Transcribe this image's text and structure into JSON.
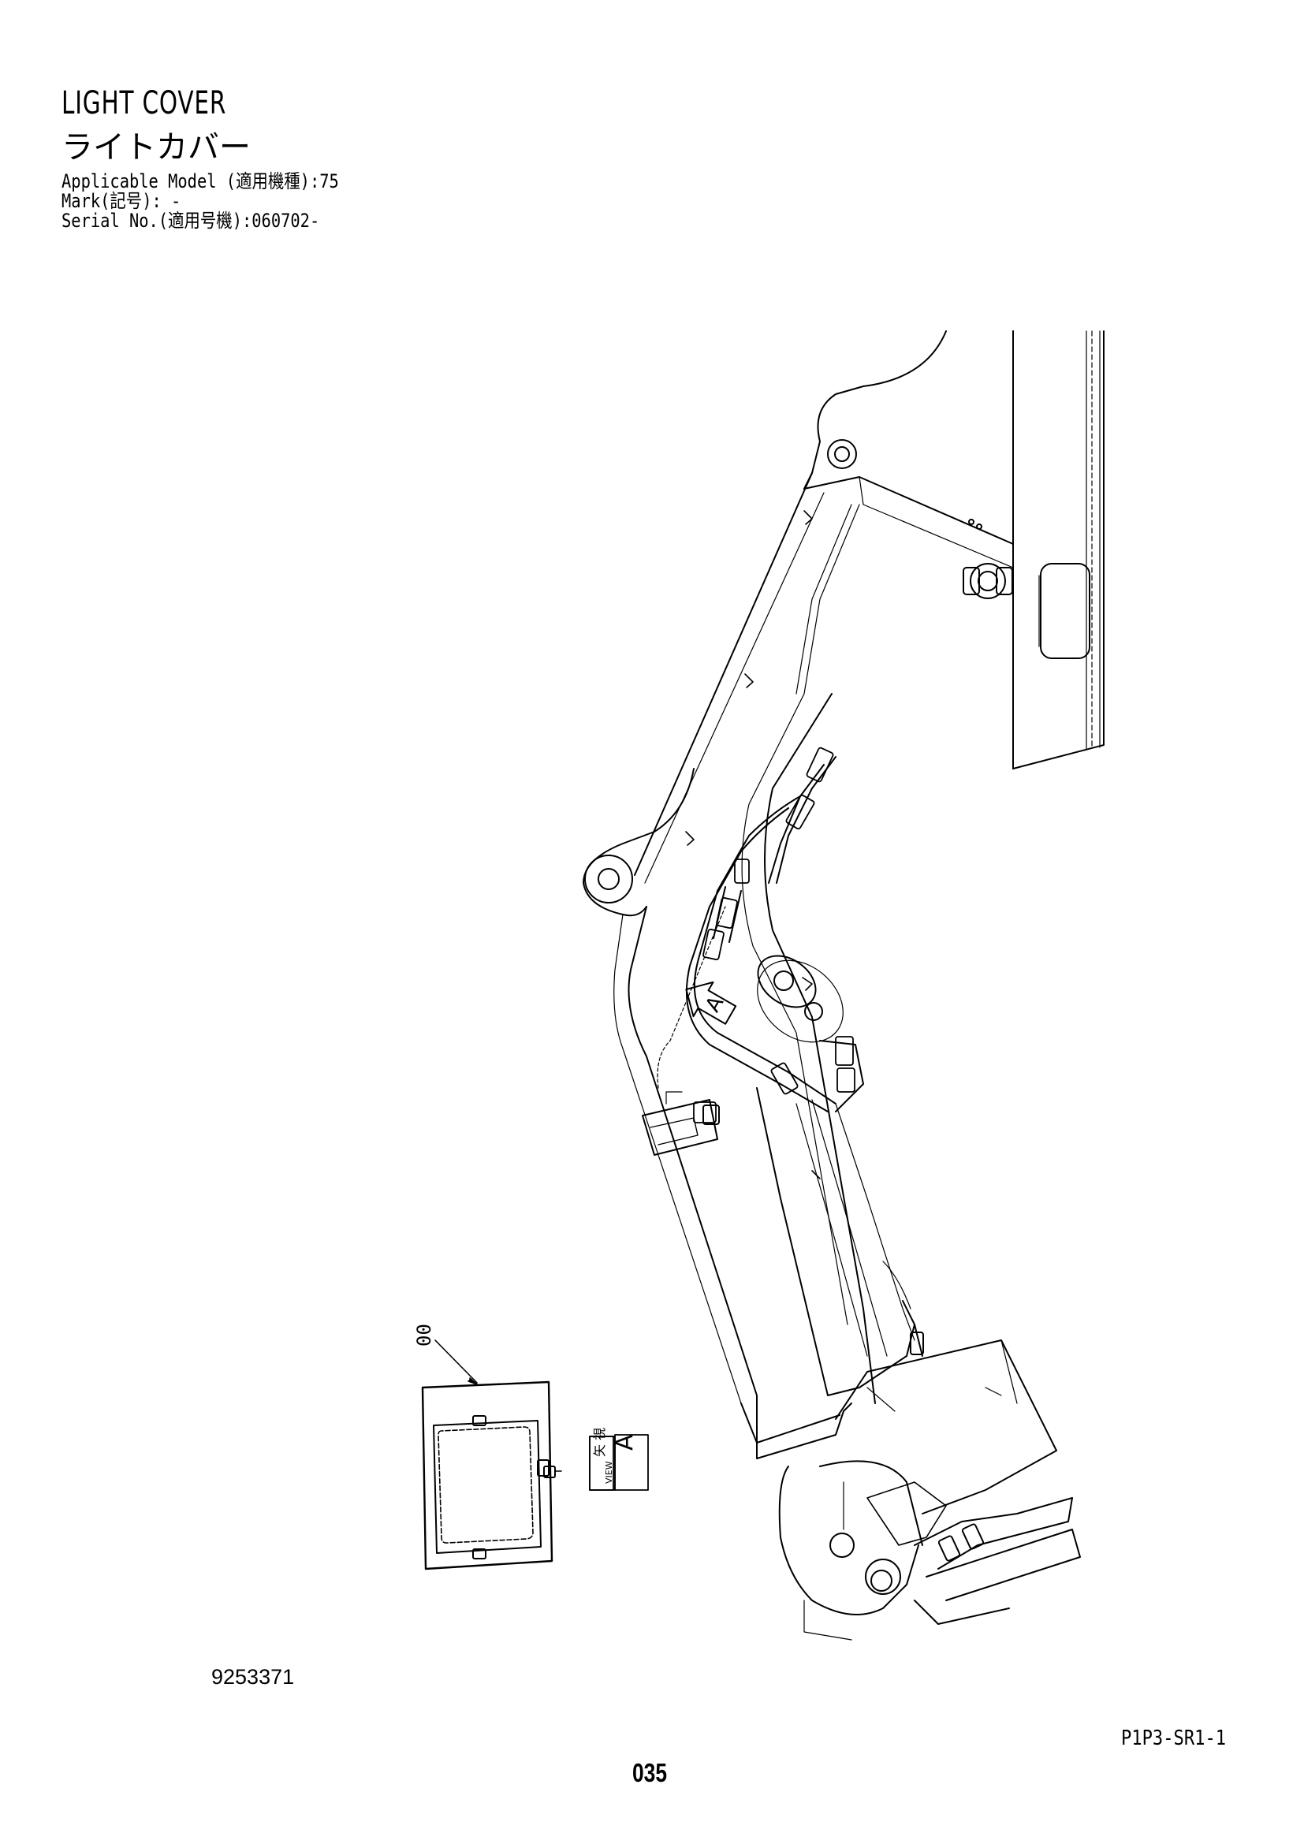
{
  "header": {
    "title_en": "LIGHT COVER",
    "title_jp": "ライトカバー"
  },
  "meta": {
    "applicable_model": "Applicable Model (適用機種):75",
    "mark": "Mark(記号): -",
    "serial_no": "Serial No.(適用号機):060702-"
  },
  "callout": {
    "item_number": "00",
    "view_label": "A",
    "view_jp": "矢 視",
    "view_en": "VIEW",
    "arrow_label": "A"
  },
  "footer": {
    "part_number": "9253371",
    "page_ref": "P1P3-SR1-1",
    "page_number": "035"
  }
}
